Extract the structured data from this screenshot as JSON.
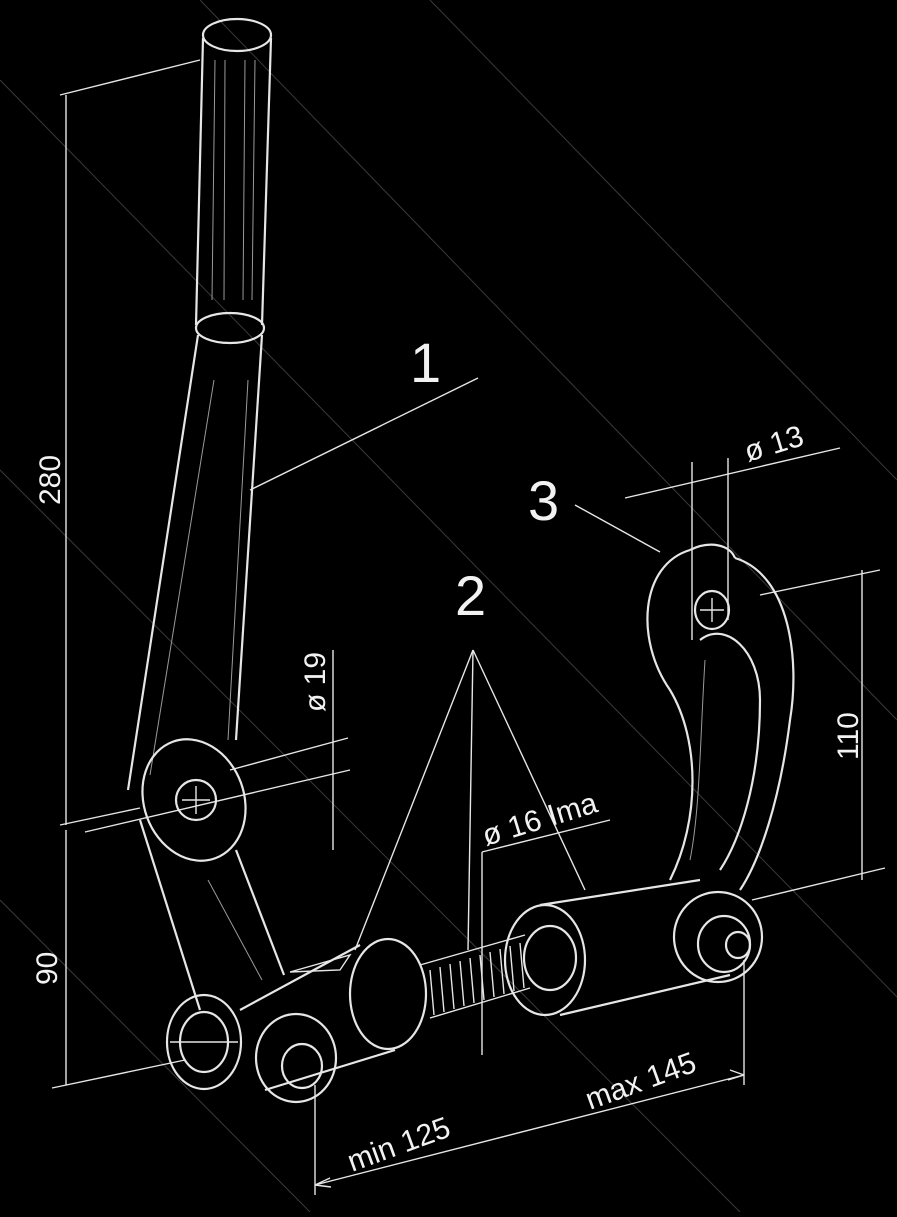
{
  "part_labels": {
    "part_1": "1",
    "part_2": "2",
    "part_3": "3"
  },
  "dimensions": {
    "height_upper": "280",
    "height_lower": "90",
    "bore_diameter": "ø 19",
    "thread": "ø 16 Ima",
    "hook_hole": "ø 13",
    "hook_height": "110",
    "length_min": "min 125",
    "length_max": "max 145"
  },
  "colors": {
    "background": "#000000",
    "line": "#e6e6e6"
  }
}
